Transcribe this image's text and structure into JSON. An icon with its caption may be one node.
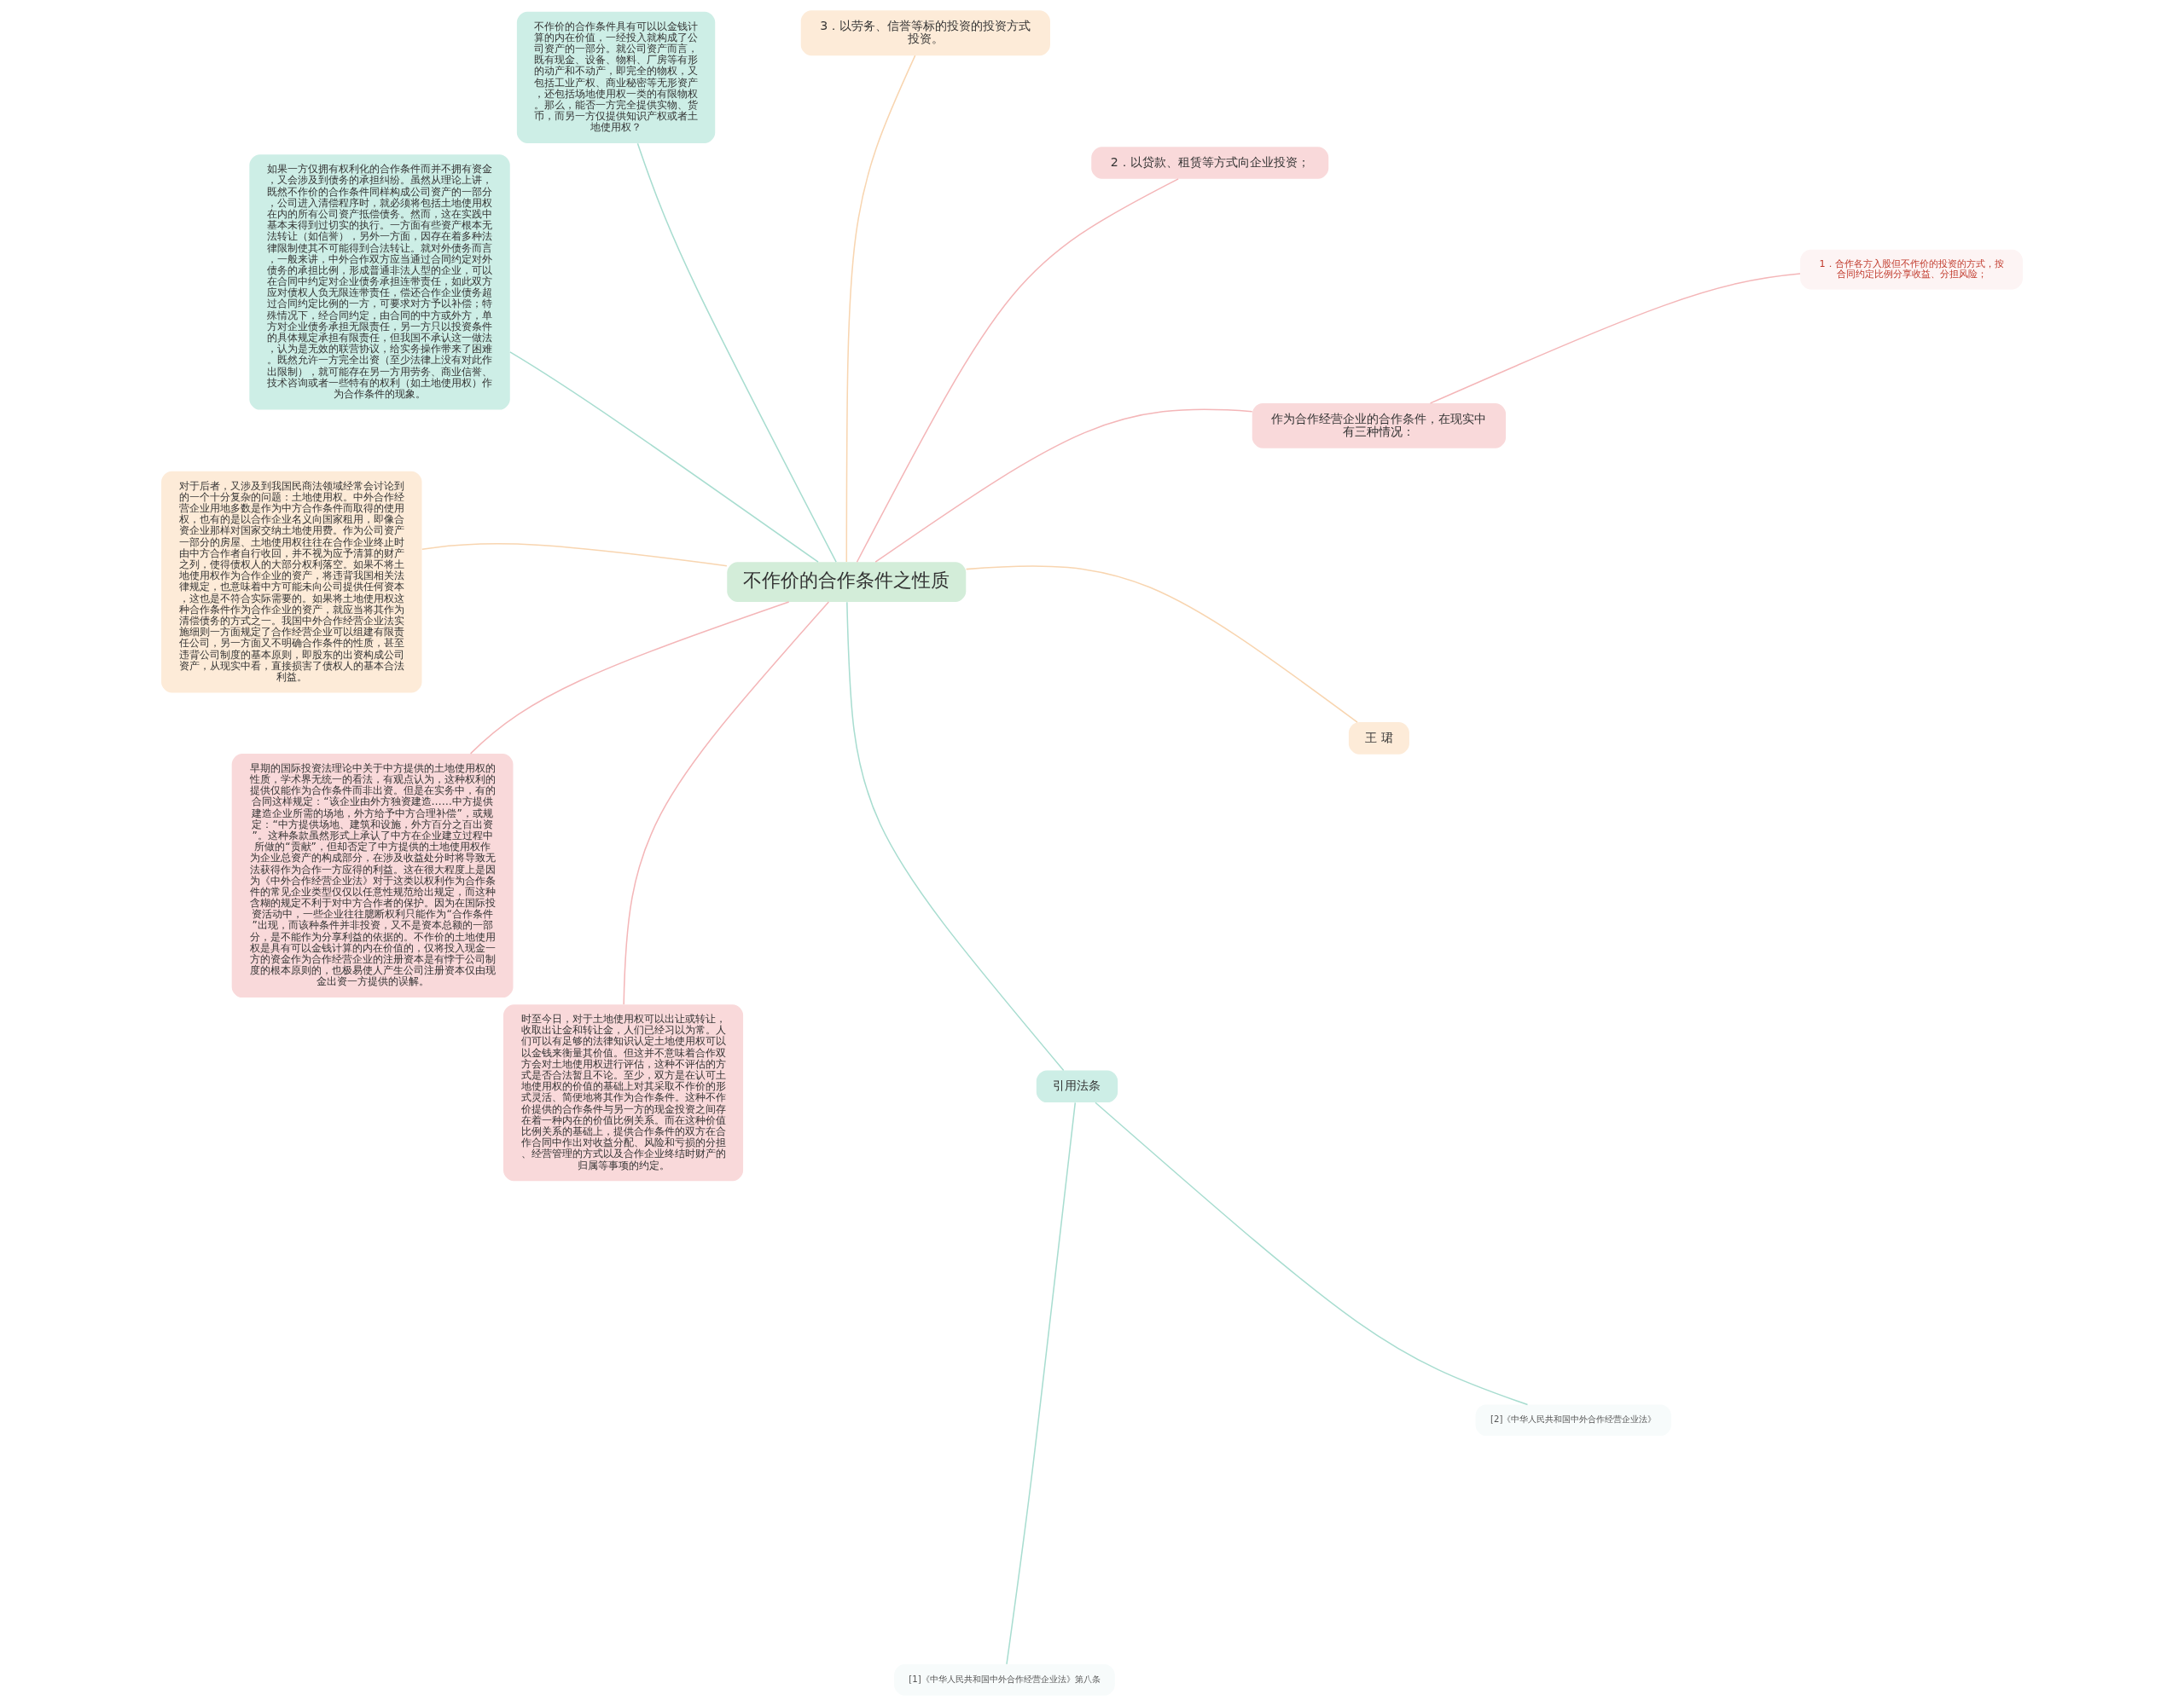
{
  "diagram": {
    "nodes": [
      {
        "text": [
          "不作价的合作条件之性质"
        ]
      },
      {
        "text": [
          "作为合作经营企业的合作条件，在现实中有三种情况："
        ]
      },
      {
        "text": [
          "1．合作各方入股但不作价的投资的方式，按合同约定比例分享收益、分担风险；"
        ]
      },
      {
        "text": [
          "2．以贷款、租赁等方式向企业投资；"
        ]
      },
      {
        "text": [
          "3．以劳务、信誉等标的投资的投资方式投资。"
        ]
      },
      {
        "text": [
          "不作价的合作条件具有可以以金钱计算的内在价值，一经投入就构成了公司资产的一部分。就公司资产而言，既有现金、设备、物料、厂房等有形的动产和不动产，即完全的物权，又包括工业产权、商业秘密等无形资产，还包括场地使用权一类的有限物权。那么，能否一方完全提供实物、货币，而另一方仅提供知识产权或者土地使用权？"
        ]
      },
      {
        "text": [
          "如果一方仅拥有权利化的合作条件而并不拥有资金，又会涉及到债务的承担纠纷。虽然从理论上讲，既然不作价的合作条件同样构成公司资产的一部分，公司进入清偿程序时，就必须将包括土地使用权在内的所有公司资产抵偿债务。然而，这在实践中基本未得到过切实的执行。一方面有些资产根本无法转让（如信誉），另外一方面，因存在着多种法律限制使其不可能得到合法转让。就对外债务而言，一般来讲，中外合作双方应当通过合同约定对外债务的承担比例，形成普通非法人型的企业，可以在合同中约定对企业债务承担连带责任，如此双方应对债权人负无限连带责任，偿还合作企业债务超过合同约定比例的一方，可要求对方予以补偿；特殊情况下，经合同约定，由合同的中方或外方，单方对企业债务承担无限责任，另一方只以投资条件的具体规定承担有限责任，但我国不承认这一做法，认为是无效的联营协议，给实务操作带来了困难。既然允许一方完全出资（至少法律上没有对此作出限制），就可能存在另一方用劳务、商业信誉、技术咨询或者一些特有的权利（如土地使用权）作为合作条件的现象。"
        ]
      },
      {
        "text": [
          "对于后者，又涉及到我国民商法领域经常会讨论到的一个十分复杂的问题：土地使用权。中外合作经营企业用地多数是作为中方合作条件而取得的使用权，也有的是以合作企业名义向国家租用，即像合资企业那样对国家交纳土地使用费。作为公司资产一部分的房屋、土地使用权往往在合作企业终止时由中方合作者自行收回，并不视为应予清算的财产之列，使得债权人的大部分权利落空。如果不将土地使用权作为合作企业的资产，将违背我国相关法律规定，也意味着中方可能未向公司提供任何资本，这也是不符合实际需要的。如果将土地使用权这种合作条件作为合作企业的资产，就应当将其作为清偿债务的方式之一。我国中外合作经营企业法实施细则一方面规定了合作经营企业可以组建有限责任公司，另一方面又不明确合作条件的性质，甚至违背公司制度的基本原则，即股东的出资构成公司资产，从现实中看，直接损害了债权人的基本合法利益。"
        ]
      },
      {
        "text": [
          "早期的国际投资法理论中关于中方提供的土地使用权的性质，学术界无统一的看法，有观点认为，这种权利的提供仅能作为合作条件而非出资。但是在实务中，有的合同这样规定：“该企业由外方独资建造……中方提供建造企业所需的场地，外方给予中方合理补偿”，或规定：“中方提供场地、建筑和设施，外方百分之百出资”。这种条款虽然形式上承认了中方在企业建立过程中所做的“贡献”，但却否定了中方提供的土地使用权作为企业总资产的构成部分，在涉及收益处分时将导致无法获得作为合作一方应得的利益。这在很大程度上是因为《中外合作经营企业法》对于这类以权利作为合作条件的常见企业类型仅仅以任意性规范给出规定，而这种含糊的规定不利于对中方合作者的保护。因为在国际投资活动中，一些企业往往臆断权利只能作为“合作条件”出现，而该种条件并非投资，又不是资本总额的一部分，是不能作为分享利益的依据的。不作价的土地使用权是具有可以金钱计算的内在价值的，仅将投入现金一方的资金作为合作经营企业的注册资本是有悖于公司制度的根本原则的，也极易使人产生公司注册资本仅由现金出资一方提供的误解。"
        ]
      },
      {
        "text": [
          "时至今日，对于土地使用权可以出让或转让，收取出让金和转让金，人们已经习以为常。人们可以有足够的法律知识认定土地使用权可以以金钱来衡量其价值。但这并不意味着合作双方会对土地使用权进行评估，这种不评估的方式是否合法暂且不论。至少，双方是在认可土地使用权的价值的基础上对其采取不作价的形式灵活、简便地将其作为合作条件。这种不作价提供的合作条件与另一方的现金投资之间存在着一种内在的价值比例关系。而在这种价值比例关系的基础上，提供合作条件的双方在合作合同中作出对收益分配、风险和亏损的分担、经营管理的方式以及合作企业终结时财产的归属等事项的约定。"
        ]
      },
      {
        "text": [
          "引用法条"
        ]
      },
      {
        "text": [
          "[1]《中华人民共和国中外合作经营企业法》第八条"
        ]
      },
      {
        "text": [
          "[2]《中华人民共和国中外合作经营企业法》"
        ]
      },
      {
        "text": [
          "王 珺"
        ]
      }
    ],
    "edges": [
      {
        "from": 0,
        "to": 1,
        "arrow": "none",
        "color": "#f4b6b8"
      },
      {
        "from": 1,
        "to": 2,
        "arrow": "none",
        "color": "#f4b6b8"
      },
      {
        "from": 0,
        "to": 3,
        "arrow": "none",
        "color": "#f4b6b8"
      },
      {
        "from": 0,
        "to": 4,
        "arrow": "none",
        "color": "#f8d5b0"
      },
      {
        "from": 0,
        "to": 5,
        "arrow": "none",
        "color": "#a8ddd0"
      },
      {
        "from": 0,
        "to": 6,
        "arrow": "none",
        "color": "#a8ddd0"
      },
      {
        "from": 0,
        "to": 7,
        "arrow": "none",
        "color": "#f8d5b0"
      },
      {
        "from": 0,
        "to": 8,
        "arrow": "none",
        "color": "#f4b6b8"
      },
      {
        "from": 0,
        "to": 9,
        "arrow": "none",
        "color": "#f4b6b8"
      },
      {
        "from": 0,
        "to": 10,
        "arrow": "none",
        "color": "#a8ddd0"
      },
      {
        "from": 10,
        "to": 11,
        "arrow": "none",
        "color": "#a8ddd0"
      },
      {
        "from": 10,
        "to": 12,
        "arrow": "none",
        "color": "#a8ddd0"
      },
      {
        "from": 0,
        "to": 13,
        "arrow": "none",
        "color": "#f8d5b0"
      }
    ]
  }
}
